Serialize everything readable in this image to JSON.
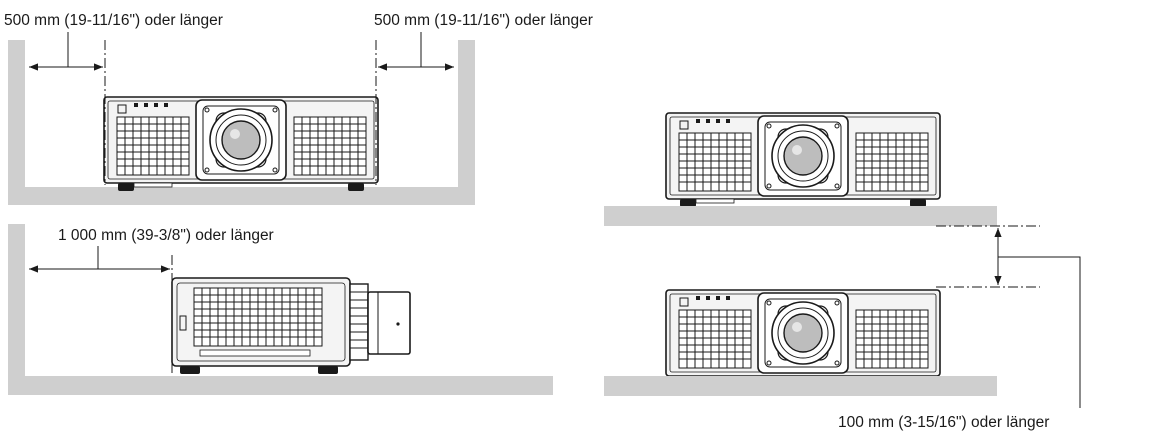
{
  "labels": {
    "top_left_clearance": "500 mm (19-11/16\") oder länger",
    "top_right_clearance": "500 mm (19-11/16\") oder länger",
    "rear_clearance": "1 000 mm (39-3/8\") oder länger",
    "stack_gap_clearance": "100 mm (3-15/16\") oder länger"
  },
  "colors": {
    "surface": "#cfcfcf",
    "line": "#1a1a1a",
    "projector_body": "#f4f4f4",
    "lens_center": "#bdbdbd"
  },
  "icons": {
    "projector_front": "projector-front-icon",
    "projector_side": "projector-side-icon"
  }
}
